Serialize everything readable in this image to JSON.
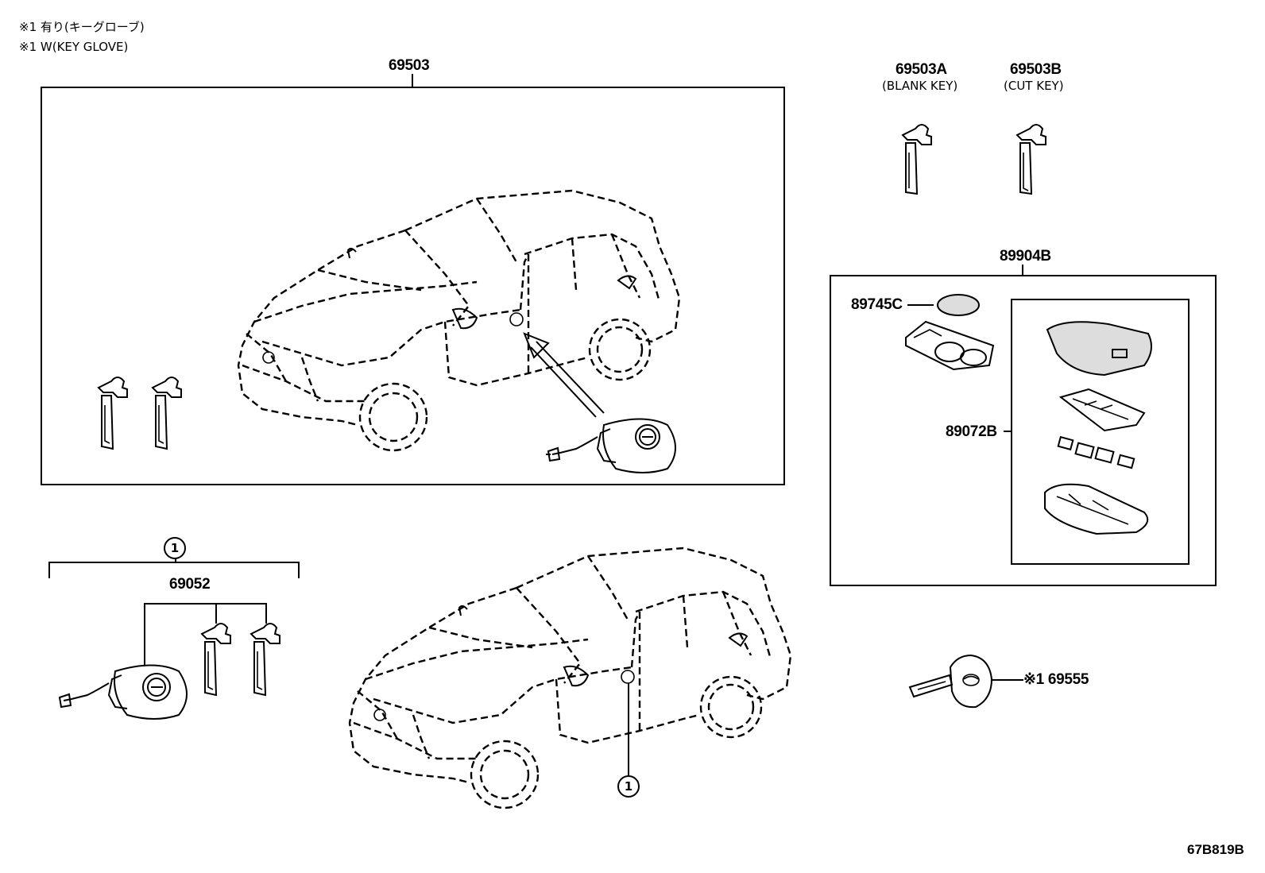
{
  "notes": {
    "line1": "※1 有り(キーグローブ)",
    "line2": "※1 W(KEY GLOVE)"
  },
  "parts": {
    "p69503": "69503",
    "p69503A": "69503A",
    "p69503A_desc": "(BLANK KEY)",
    "p69503B": "69503B",
    "p69503B_desc": "(CUT KEY)",
    "p89904B": "89904B",
    "p89745C": "89745C",
    "p89072B": "89072B",
    "p69052": "69052",
    "p69555": "※1 69555"
  },
  "callouts": {
    "ref1_top": "1",
    "ref1_car": "1"
  },
  "diagram_code": "67B819B",
  "icons": [
    "car-body-icon",
    "key-icon",
    "lock-cylinder-icon",
    "battery-cell-icon",
    "remote-case-icon",
    "key-glove-icon"
  ]
}
